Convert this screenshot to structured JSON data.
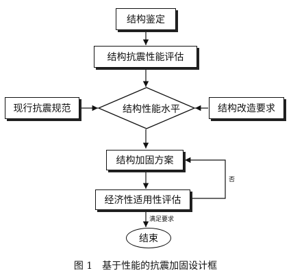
{
  "nodes": {
    "structure_appraisal": "结构鉴定",
    "seismic_performance_evaluation": "结构抗震性能评估",
    "current_seismic_code": "现行抗震规范",
    "performance_level": "结构性能水平",
    "renovation_requirements": "结构改造要求",
    "strengthening_scheme": "结构加固方案",
    "economic_applicability_evaluation": "经济性适用性评估",
    "end": "结束"
  },
  "edge_labels": {
    "no": "否",
    "satisfies": "满足要求"
  },
  "caption": "图 1　基于性能的抗震加固设计框"
}
